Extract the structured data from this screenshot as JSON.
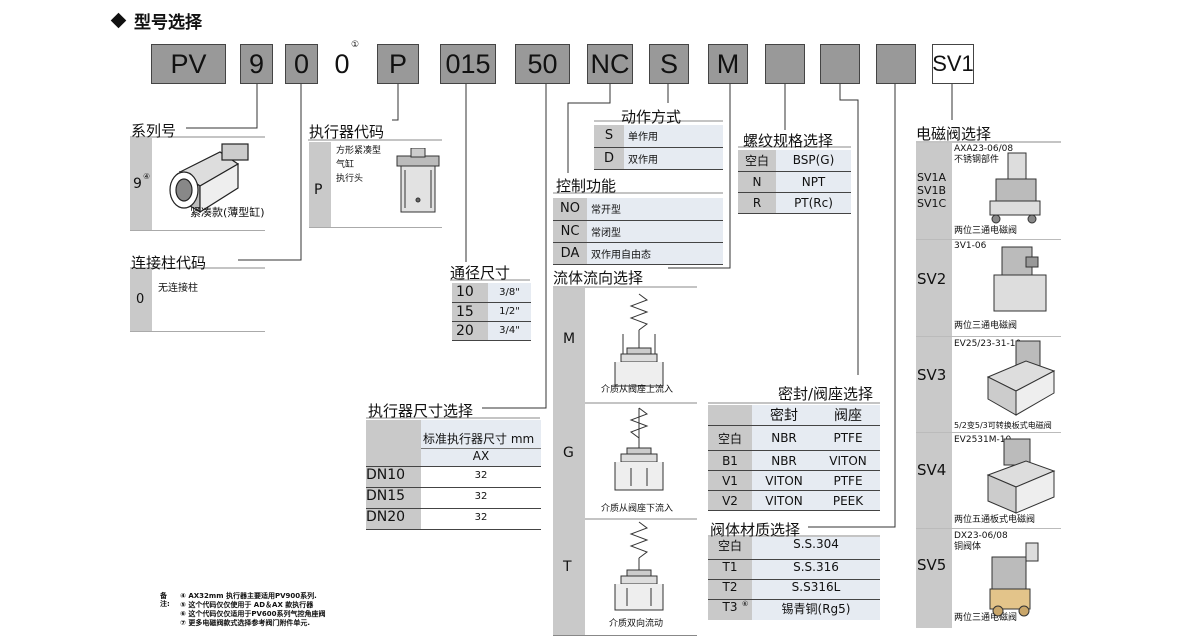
{
  "title": "型号选择",
  "codes": [
    "PV",
    "9",
    "0",
    "0",
    "P",
    "015",
    "50",
    "NC",
    "S",
    "M",
    "",
    "",
    "",
    "SV1"
  ],
  "code_note": "①",
  "series": {
    "header": "系列号",
    "code": "9",
    "sup": "④",
    "caption": "紧凑款(薄型缸)"
  },
  "actuator_code": {
    "header": "执行器代码",
    "code": "P",
    "desc": [
      "方形紧凑型",
      "气缸",
      "执行头"
    ]
  },
  "column_code": {
    "header": "连接柱代码",
    "code": "0",
    "desc": "无连接柱"
  },
  "bore": {
    "header": "通径尺寸",
    "rows": [
      [
        "10",
        "3/8\""
      ],
      [
        "15",
        "1/2\""
      ],
      [
        "20",
        "3/4\""
      ]
    ]
  },
  "actuator_size": {
    "header": "执行器尺寸选择",
    "col_header": "标准执行器尺寸 mm",
    "sub_header": "AX",
    "rows": [
      [
        "DN10",
        "32"
      ],
      [
        "DN15",
        "32"
      ],
      [
        "DN20",
        "32"
      ]
    ]
  },
  "action": {
    "header": "动作方式",
    "rows": [
      [
        "S",
        "单作用"
      ],
      [
        "D",
        "双作用"
      ]
    ]
  },
  "control": {
    "header": "控制功能",
    "rows": [
      [
        "NO",
        "常开型"
      ],
      [
        "NC",
        "常闭型"
      ],
      [
        "DA",
        "双作用自由态"
      ]
    ]
  },
  "flow": {
    "header": "流体流向选择",
    "rows": [
      {
        "code": "M",
        "caption": "介质从阀座上流入"
      },
      {
        "code": "G",
        "caption": "介质从阀座下流入"
      },
      {
        "code": "T",
        "caption": "介质双向流动"
      }
    ]
  },
  "thread": {
    "header": "螺纹规格选择",
    "rows": [
      [
        "空白",
        "BSP(G)"
      ],
      [
        "N",
        "NPT"
      ],
      [
        "R",
        "PT(Rc)"
      ]
    ]
  },
  "seal": {
    "header": "密封/阀座选择",
    "col1": "密封",
    "col2": "阀座",
    "rows": [
      [
        "空白",
        "NBR",
        "PTFE"
      ],
      [
        "B1",
        "NBR",
        "VITON"
      ],
      [
        "V1",
        "VITON",
        "PTFE"
      ],
      [
        "V2",
        "VITON",
        "PEEK"
      ]
    ]
  },
  "body": {
    "header": "阀体材质选择",
    "rows": [
      [
        "空白",
        "S.S.304",
        ""
      ],
      [
        "T1",
        "S.S.316",
        ""
      ],
      [
        "T2",
        "S.S316L",
        ""
      ],
      [
        "T3",
        "锡青铜(Rg5)",
        "⑥"
      ]
    ]
  },
  "solenoid": {
    "header": "电磁阀选择",
    "rows": [
      {
        "codes": "SV1A\nSV1B\nSV1C",
        "model": "AXA23-06/08",
        "sub": "不锈钢部件",
        "caption": "两位三通电磁阀"
      },
      {
        "codes": "SV2",
        "model": "3V1-06",
        "sub": "",
        "caption": "两位三通电磁阀"
      },
      {
        "codes": "SV3",
        "model": "EV25/23-31-10",
        "sub": "",
        "caption": "5/2变5/3可转换板式电磁阀"
      },
      {
        "codes": "SV4",
        "model": "EV2531M-10",
        "sub": "",
        "caption": "两位五通板式电磁阀"
      },
      {
        "codes": "SV5",
        "model": "DX23-06/08",
        "sub": "铜阀体",
        "caption": "两位三通电磁阀"
      }
    ]
  },
  "notes": {
    "label": "备注:",
    "items": [
      "④ AX32mm 执行器主要适用PV900系列.",
      "⑤ 这个代码仅仅使用于 AD＆AX 款执行器",
      "⑥ 这个代码仅仅适用于PV600系列气控角座阀",
      "⑦ 更多电磁阀款式选择参考阀门附件单元."
    ]
  }
}
